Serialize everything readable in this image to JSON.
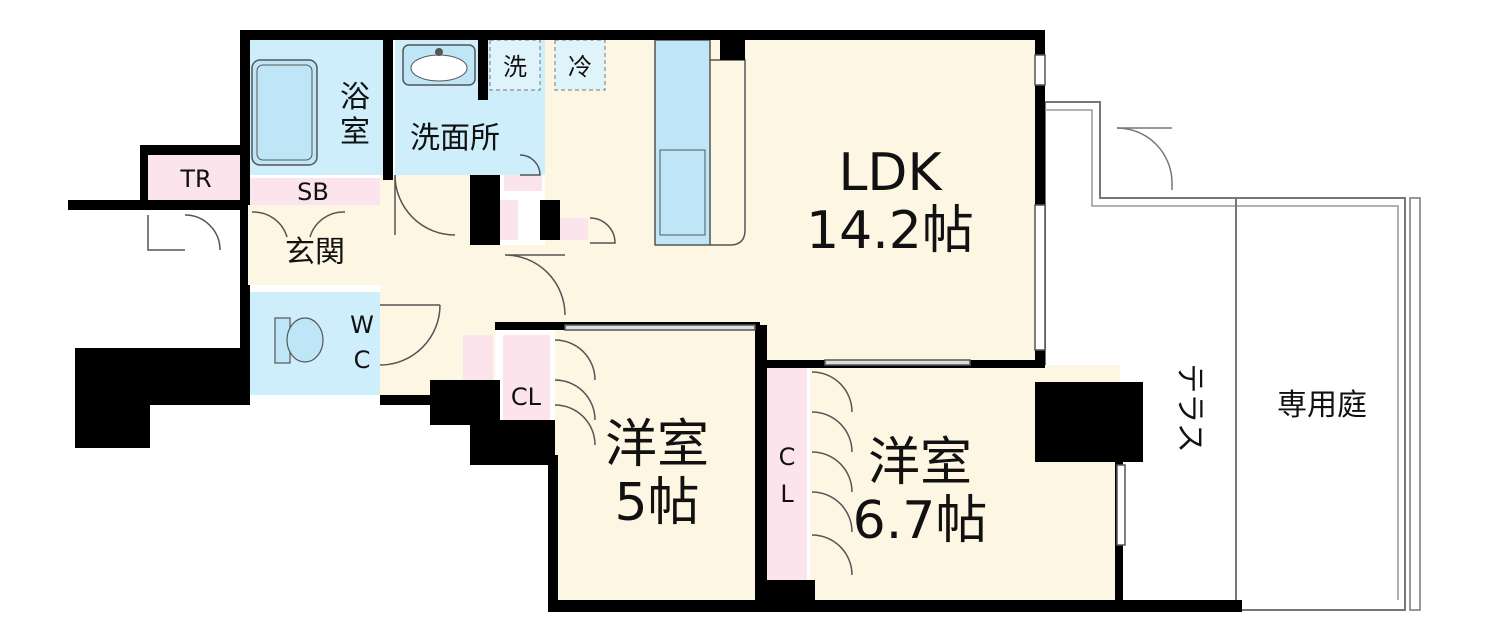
{
  "colors": {
    "wall": "#000000",
    "living": "#fdf6e3",
    "wet": "#cdeefa",
    "storage": "#fbe4ec",
    "outdoor": "#ffffff",
    "fixture": "#bfe6f7",
    "line": "#555555"
  },
  "rooms": {
    "ldk_name": "LDK",
    "ldk_size": "14.2帖",
    "bedroom1_name": "洋室",
    "bedroom1_size": "5帖",
    "bedroom2_name": "洋室",
    "bedroom2_size": "6.7帖",
    "bath_1": "浴",
    "bath_2": "室",
    "washroom": "洗面所",
    "entrance": "玄関",
    "shoe_box": "SB",
    "trunk_room": "TR",
    "wc_1": "W",
    "wc_2": "C",
    "closet1": "CL",
    "closet2_1": "C",
    "closet2_2": "L",
    "terrace": "テラス",
    "private_garden": "専用庭"
  },
  "appliances": {
    "washer": "洗",
    "fridge": "冷"
  }
}
